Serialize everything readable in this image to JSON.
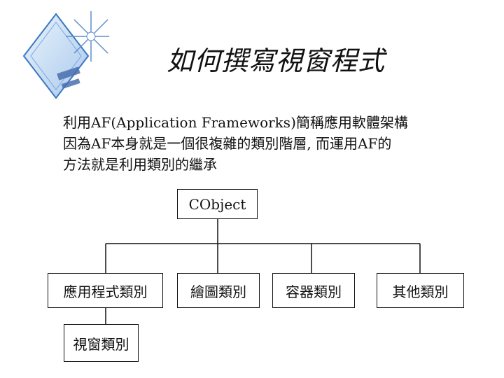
{
  "slide": {
    "title": "如何撰寫視窗程式",
    "lines": [
      "利用AF(Application Frameworks)簡稱應用軟體架構",
      "因為AF本身就是一個很複雜的類別階層, 而運用AF的",
      "方法就是利用類別的繼承"
    ]
  },
  "hierarchy": {
    "root": "CObject",
    "children": [
      "應用程式類別",
      "繪圖類別",
      "容器類別",
      "其他類別"
    ],
    "grandchild": "視窗類別"
  },
  "colors": {
    "logo_fill": "#cfe2f6",
    "logo_stroke": "#3a78c2",
    "line": "#111111"
  }
}
